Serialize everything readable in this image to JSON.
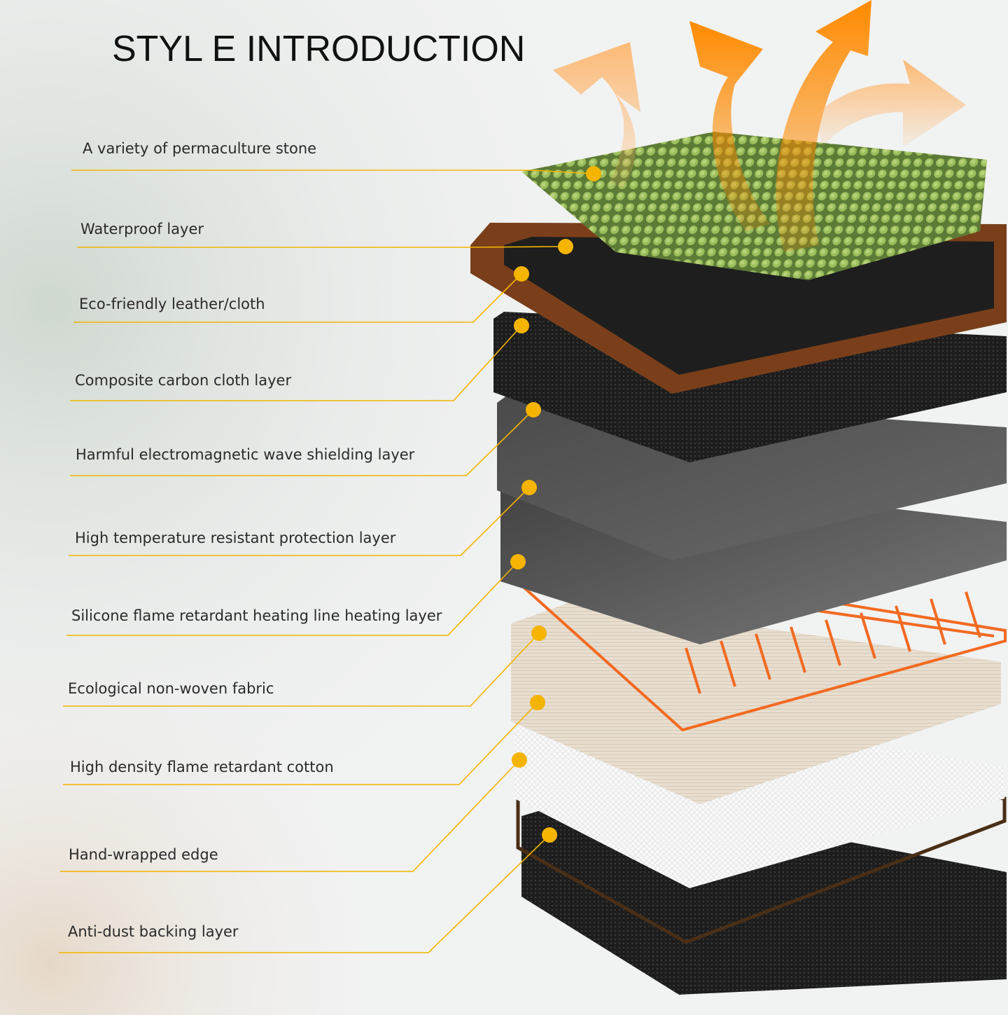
{
  "title": "STYL E INTRODUCTION",
  "accent_color": "#f4b400",
  "layers": [
    {
      "label": "A variety of permaculture stone"
    },
    {
      "label": "Waterproof layer"
    },
    {
      "label": "Eco-friendly leather/cloth"
    },
    {
      "label": "Composite carbon cloth layer"
    },
    {
      "label": "Harmful electromagnetic wave shielding layer"
    },
    {
      "label": "High temperature resistant protection layer"
    },
    {
      "label": "Silicone flame retardant heating line heating layer"
    },
    {
      "label": "Ecological non-woven fabric"
    },
    {
      "label": "High density flame retardant cotton"
    },
    {
      "label": "Hand-wrapped edge"
    },
    {
      "label": "Anti-dust backing layer"
    }
  ]
}
